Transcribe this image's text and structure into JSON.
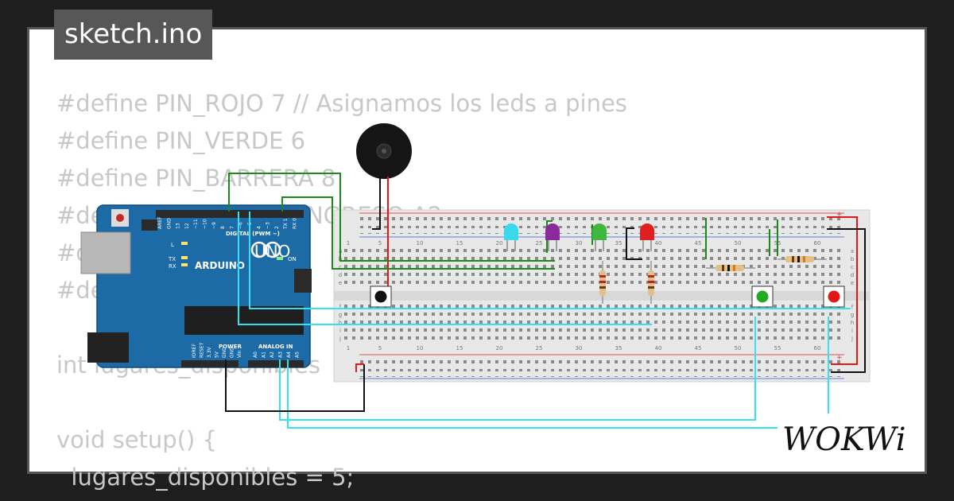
{
  "file_name": "sketch.ino",
  "code_lines": [
    "#define PIN_ROJO 7 // Asignamos los leds a pines",
    "#define PIN_VERDE 6",
    "#define PIN_BARRERA 8",
    "#define PIN_BOTON_INGRESO A2",
    "#define ...S",
    "#define ...",
    "",
    "int lugares_disponibles",
    "",
    "void setup() {",
    "  lugares_disponibles = 5;"
  ],
  "arduino": {
    "model": "UNO",
    "brand": "ARDUINO",
    "digital_label": "DIGITAL (PWM ~)",
    "power_label": "POWER",
    "analog_label": "ANALOG IN",
    "on_label": "ON",
    "l_label": "L",
    "tx_label": "TX",
    "rx_label": "RX",
    "top_pins": [
      "AREF",
      "GND",
      "13",
      "12",
      "~11",
      "~10",
      "~9",
      "8",
      "7",
      "~6",
      "~5",
      "4",
      "~3",
      "2",
      "TX 1",
      "RX 0"
    ],
    "power_pins": [
      "IOREF",
      "RESET",
      "3.3V",
      "5V",
      "GND",
      "GND",
      "Vin"
    ],
    "analog_pins": [
      "A0",
      "A1",
      "A2",
      "A3",
      "A4",
      "A5"
    ]
  },
  "breadboard": {
    "column_numbers": [
      "1",
      "5",
      "10",
      "15",
      "20",
      "25",
      "30",
      "35",
      "40",
      "45",
      "50",
      "55",
      "60"
    ],
    "row_letters": [
      "a",
      "b",
      "c",
      "d",
      "e",
      "f",
      "g",
      "h",
      "i",
      "j"
    ]
  },
  "logo": "WOKWi",
  "colors": {
    "background": "#1e1e1e",
    "board_blue": "#1c6aa6",
    "wire_green": "#1a8a1a",
    "wire_cyan": "#35e1f0",
    "wire_red": "#e01818",
    "wire_black": "#111111",
    "code_text": "#c8c8c8",
    "badge": "#575757"
  }
}
